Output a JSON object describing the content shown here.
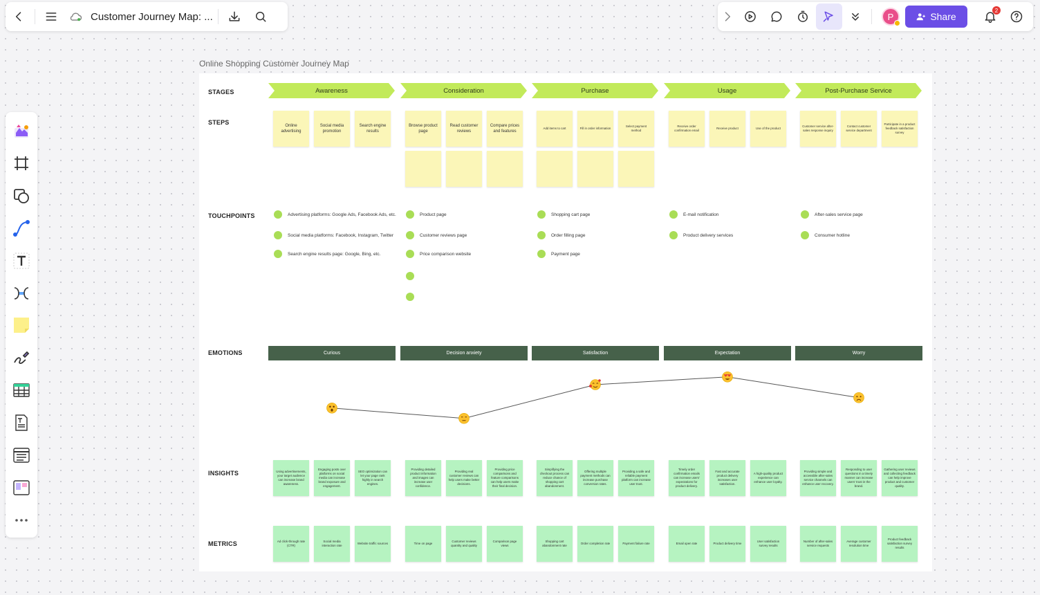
{
  "header": {
    "doc_title": "Customer Journey Map: ...",
    "share_label": "Share",
    "avatar_initial": "P",
    "notification_count": "2"
  },
  "board": {
    "title": "Online Shopping Customer Journey Map",
    "row_labels": {
      "stages": "STAGES",
      "steps": "STEPS",
      "touchpoints": "TOUCHPOINTS",
      "emotions": "EMOTIONS",
      "insights": "INSIGHTS",
      "metrics": "METRICS"
    },
    "stages": [
      {
        "name": "Awareness",
        "steps": [
          "Online advertising",
          "Social media promotion",
          "Search engine results"
        ],
        "steps_row2": [],
        "touchpoints": [
          "Advertising platforms: Google Ads, Facebook Ads, etc.",
          "Social media platforms: Facebook, Instagram, Twitter",
          "Search engine results page: Google, Bing, etc."
        ],
        "emotion": "Curious",
        "emotion_icon": "astonished-face-icon",
        "insights": [
          "Using advertisements, your target audience can increase brand awareness.",
          "Engaging posts over platforms on social media can increase brand exposure and engagement.",
          "SEO optimization can let your page rank highly in search engines."
        ],
        "metrics": [
          "Ad click-through rate (CTR)",
          "Social media interaction rate",
          "Website traffic sources"
        ]
      },
      {
        "name": "Consideration",
        "steps": [
          "Browse product page",
          "Read customer reviews",
          "Compare prices and features"
        ],
        "steps_row2": [
          "",
          "",
          ""
        ],
        "touchpoints": [
          "Product page",
          "Customer reviews page",
          "Price comparison website",
          "",
          ""
        ],
        "emotion": "Decision anxiety",
        "emotion_icon": "thinking-face-icon",
        "insights": [
          "Providing detailed product information and images can increase user confidence.",
          "Providing real customer reviews can help users make better decisions.",
          "Providing price comparisons and feature comparisons can help users make their final decision."
        ],
        "metrics": [
          "Time on page",
          "Customer reviews quantity and quality",
          "Comparison page views"
        ]
      },
      {
        "name": "Purchase",
        "steps": [
          "Add items to cart",
          "Fill in order information",
          "Select payment method"
        ],
        "steps_row2": [
          "",
          "",
          ""
        ],
        "touchpoints": [
          "Shopping cart page",
          "Order filling page",
          "Payment page"
        ],
        "emotion": "Satisfaction",
        "emotion_icon": "smiling-hearts-face-icon",
        "insights": [
          "Simplifying the checkout process can reduce chance of shopping cart abandonment.",
          "Offering multiple payment methods can increase purchase conversion rates.",
          "Providing a safe and reliable payment platform can increase user trust."
        ],
        "metrics": [
          "Shopping cart abandonment rate",
          "Order completion rate",
          "Payment failure rate"
        ]
      },
      {
        "name": "Usage",
        "steps": [
          "Receive order confirmation email",
          "Receive product",
          "Use of the product"
        ],
        "steps_row2": [],
        "touchpoints": [
          "E-mail notification",
          "Product delivery services"
        ],
        "emotion": "Expectation",
        "emotion_icon": "heart-eyes-face-icon",
        "insights": [
          "Timely order confirmation emails can increase users' expectations for product delivery.",
          "Fast and accurate product delivery increases user satisfaction.",
          "A high-quality product experience can enhance user loyalty."
        ],
        "metrics": [
          "Email open rate",
          "Product delivery time",
          "User satisfaction survey results"
        ]
      },
      {
        "name": "Post-Purchase Service",
        "steps": [
          "Customer service after-sales response inquiry",
          "Contact customer service department",
          "Participate in a product feedback satisfaction survey"
        ],
        "steps_row2": [],
        "touchpoints": [
          "After-sales service page",
          "Consumer hotline"
        ],
        "emotion": "Worry",
        "emotion_icon": "worried-face-icon",
        "insights": [
          "Providing simple and accessible after-sales service channels can enhance user recovery.",
          "Responding to user questions in a timely manner can increase users' trust in the brand.",
          "Gathering user reviews and collecting feedback can help improve product and customer quality."
        ],
        "metrics": [
          "Number of after-sales service requests",
          "Average customer resolution time",
          "Product feedback satisfaction survey results"
        ]
      }
    ],
    "emotion_levels": [
      0.35,
      0.15,
      0.8,
      0.95,
      0.55
    ]
  }
}
